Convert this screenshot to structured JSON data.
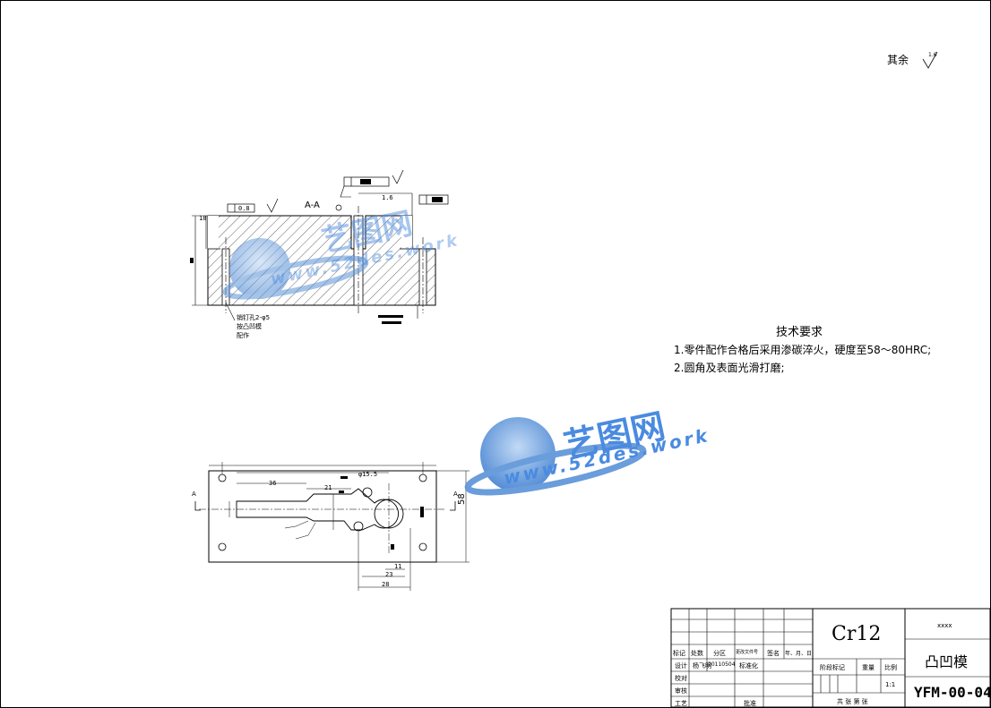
{
  "roughness_note": {
    "label": "其余",
    "value": "1.6"
  },
  "section_label": "A-A",
  "section_mark": "A",
  "tech_requirements": {
    "title": "技术要求",
    "items": [
      "1.零件配作合格后采用渗碳淬火，硬度至58～80HRC;",
      "2.圆角及表面光滑打磨;"
    ]
  },
  "section_notes": [
    "销钉孔2-φ5",
    "按凸凹模",
    "配作"
  ],
  "dimensions": {
    "height_total": "58",
    "d36": "36",
    "d21": "21",
    "d23": "23",
    "d28": "28",
    "d11": "11",
    "d18": "18",
    "dia": "φ15.5",
    "rough_small": "1.6",
    "rough_small2": "0.8"
  },
  "watermark": {
    "cn": "艺图网",
    "url": "www.52des.work"
  },
  "title_block": {
    "material": "Cr12",
    "company": "xxxx",
    "part_name": "凸凹模",
    "drawing_no": "YFM-00-04",
    "scale": "1:1",
    "headers": [
      "标记",
      "处数",
      "分区",
      "更改文件号",
      "签名",
      "年、月、日"
    ],
    "design_label": "设计",
    "designer": "杨飞明",
    "date": "20110504",
    "standardize_label": "标准化",
    "check_label": "校对",
    "review_label": "审核",
    "process_label": "工艺",
    "approve_label": "批准",
    "stage_label": "阶段标记",
    "weight_label": "重量",
    "scale_label": "比例",
    "sheets": "共 张  第 张"
  }
}
